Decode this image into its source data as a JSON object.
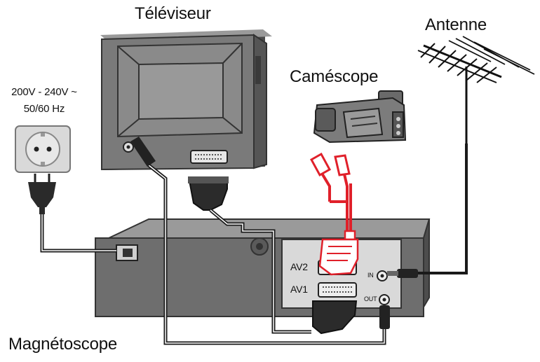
{
  "labels": {
    "tv": "Téléviseur",
    "antenna": "Antenne",
    "camcorder": "Caméscope",
    "vcr": "Magnétoscope",
    "power_line1": "200V - 240V ~",
    "power_line2": "50/60 Hz",
    "av2": "AV2",
    "av1": "AV1",
    "in": "IN",
    "out": "OUT"
  },
  "colors": {
    "device_body": "#6e6e6e",
    "device_dark": "#4a4a4a",
    "device_light": "#a9a9a9",
    "cable": "#1a1a1a",
    "camcorder_cable": "#e0202a",
    "panel": "#d9d9d9"
  }
}
